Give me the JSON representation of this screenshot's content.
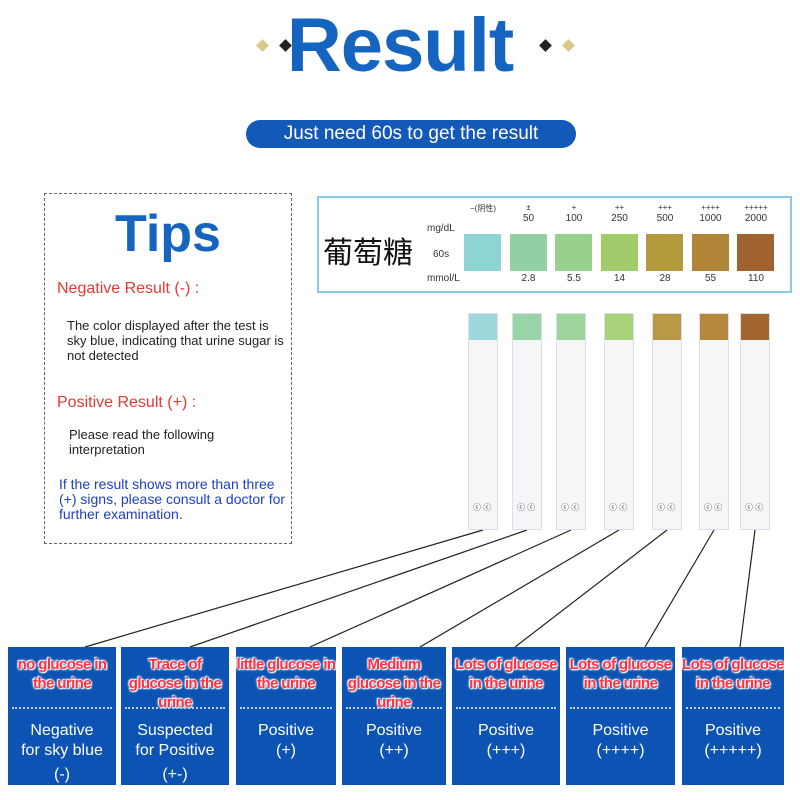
{
  "header": {
    "title": "Result",
    "subtitle": "Just need 60s to get the result"
  },
  "tips": {
    "title": "Tips",
    "negative_heading": "Negative Result (-) :",
    "negative_text": "The color displayed after the test is sky blue, indicating that urine sugar is not detected",
    "positive_heading": "Positive Result (+) :",
    "positive_text": "Please read the following interpretation",
    "note": "If the result shows more than three (+) signs, please consult a doctor for further examination."
  },
  "color_chart": {
    "name": "葡萄糖",
    "row_mgdl": "mg/dL",
    "row_time": "60s",
    "row_mmol": "mmol/L",
    "levels": [
      {
        "sign": "−(阴性)",
        "mgdl": "",
        "mmol": "",
        "color": "#8fd4d4"
      },
      {
        "sign": "±",
        "mgdl": "50",
        "mmol": "2.8",
        "color": "#92cfa2"
      },
      {
        "sign": "+",
        "mgdl": "100",
        "mmol": "5.5",
        "color": "#98d08e"
      },
      {
        "sign": "++",
        "mgdl": "250",
        "mmol": "14",
        "color": "#a0cc6c"
      },
      {
        "sign": "+++",
        "mgdl": "500",
        "mmol": "28",
        "color": "#b39a3c"
      },
      {
        "sign": "++++",
        "mgdl": "1000",
        "mmol": "55",
        "color": "#b08537"
      },
      {
        "sign": "+++++",
        "mgdl": "2000",
        "mmol": "110",
        "color": "#a06330"
      }
    ]
  },
  "strips": [
    {
      "color": "#9fd8dc"
    },
    {
      "color": "#98d4a8"
    },
    {
      "color": "#9cd49c"
    },
    {
      "color": "#a8d27a"
    },
    {
      "color": "#b89a44"
    },
    {
      "color": "#b5883e"
    },
    {
      "color": "#a2652e"
    }
  ],
  "results": [
    {
      "desc": "no glucose in the urine",
      "l1": "Negative",
      "l2": "for sky blue",
      "l3": "(-)"
    },
    {
      "desc": "Trace of glucose in the urine",
      "l1": "Suspected",
      "l2": "for Positive",
      "l3": "(+-)"
    },
    {
      "desc": "little  glucose in the urine",
      "l1": "Positive",
      "l2": "(+)",
      "l3": ""
    },
    {
      "desc": "Medium glucose in the urine",
      "l1": "Positive",
      "l2": "(++)",
      "l3": ""
    },
    {
      "desc": "Lots of glucose in the urine",
      "l1": "Positive",
      "l2": "(+++)",
      "l3": ""
    },
    {
      "desc": "Lots of glucose in the urine",
      "l1": "Positive",
      "l2": "(++++)",
      "l3": ""
    },
    {
      "desc": "Lots of glucose in the urine",
      "l1": "Positive",
      "l2": "(+++++)",
      "l3": ""
    }
  ]
}
